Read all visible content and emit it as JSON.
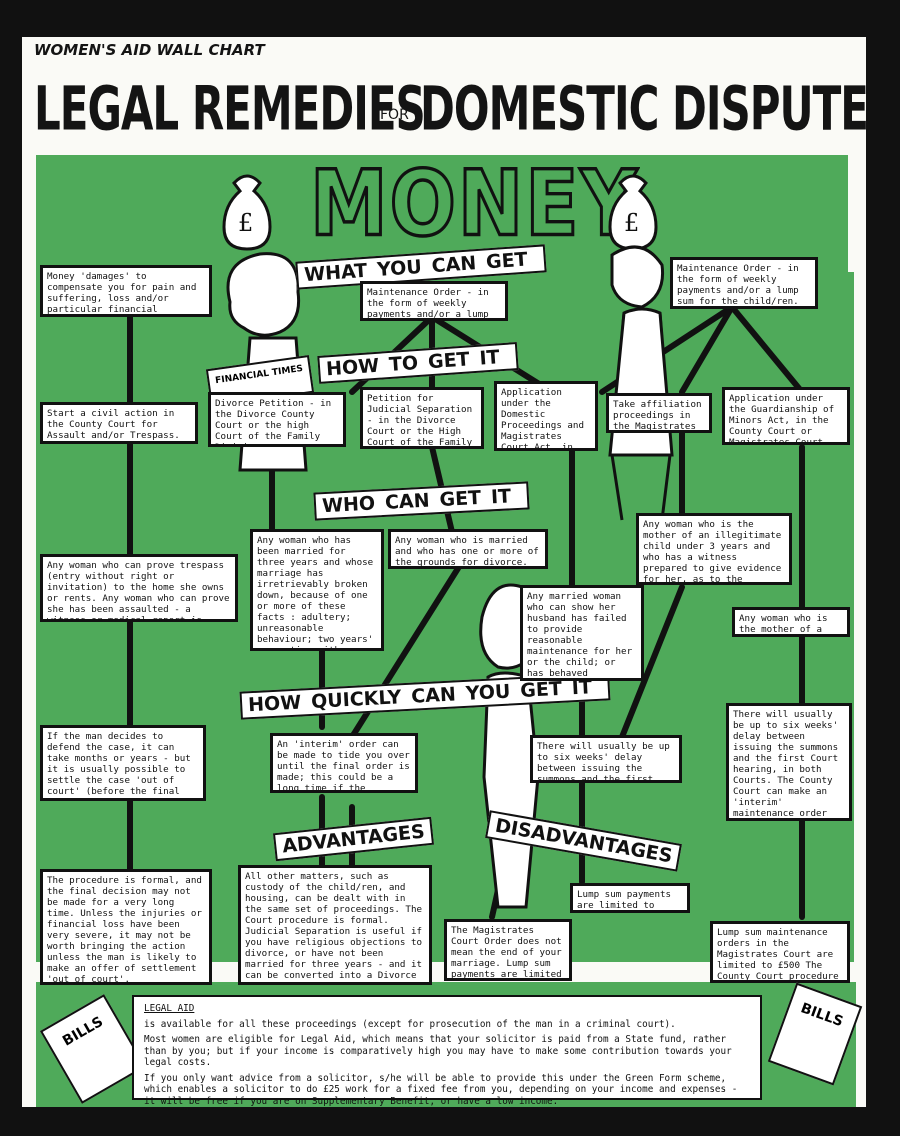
{
  "header": {
    "kicker": "WOMEN'S AID WALL CHART",
    "title_left": "LEGAL REMEDIES",
    "title_for": "FOR",
    "title_right": "DOMESTIC DISPUTES",
    "money": "MONEY"
  },
  "section_labels": {
    "what_you_can_get": [
      "WHAT",
      "YOU",
      "CAN",
      "GET"
    ],
    "how_to_get_it": [
      "HOW",
      "TO",
      "GET",
      "IT"
    ],
    "who_can_get_it": [
      "WHO",
      "CAN",
      "GET",
      "IT"
    ],
    "how_quickly": [
      "HOW",
      "QUICKLY",
      "CAN",
      "YOU",
      "GET",
      "IT"
    ],
    "advantages": "ADVANTAGES",
    "disadvantages": "DISADVANTAGES"
  },
  "illustration_text": {
    "newspaper": "FINANCIAL TIMES",
    "bills_left": "BILLS",
    "bills_right": "BILLS",
    "currency": "£"
  },
  "boxes": {
    "what_left": "Money 'damages' to compensate you for pain and suffering, loss and/or particular financial expenses.",
    "what_center": "Maintenance Order - in the form of weekly payments and/or a lump sum for you.",
    "what_right": "Maintenance Order - in the form of weekly payments and/or a lump sum for the child/ren.",
    "how_civil": "Start a civil action in the County Court for Assault and/or Trespass.",
    "how_divorce": "Divorce Petition - in the Divorce County Court or the high Court of the Family Division.",
    "how_judicial": "Petition for Judicial Separation - in the Divorce Court or the High Court of the Family Division.",
    "how_domestic": "Application under the Domestic Proceedings and Magistrates Court Act, in the Magistrates Court.",
    "how_affiliation": "Take affiliation proceedings in the Magistrates Court",
    "how_guardianship": "Application under the Guardianship of Minors Act, in the County Court or Magistrates Court.",
    "who_trespass": "Any woman who can prove trespass (entry without right or invitation) to the home she owns or rents.  Any woman who can prove she has been assaulted - a witness or medical report is useful.",
    "who_divorce": "Any woman who has been married for three years and whose marriage has irretrievably broken down, because of one or more of these facts : adultery; unreasonable behaviour; two years' separation with consent; desertion for two years; five years' separation.",
    "who_married": "Any woman who is married and who has one or more of the grounds for divorce.",
    "who_failed": "Any married woman who can show her husband has failed to provide reasonable maintenance for her or the child; or has behaved unreasonably; or has deserted her.",
    "who_illegitimate": "Any woman who is the mother of an illegitimate child under 3 years and who has a witness prepared to give evidence for her, as to the fatherhood of the child.",
    "who_mother": "Any woman who is the mother of a child.",
    "quick_defend": "If the man decides to defend the case, it can take months or years - but it is usually possible to settle the case 'out of court' (before the final hearing of the case).",
    "quick_interim": "An 'interim' order can be made to tide you over until the final order is made; this could be a long time if the Petition is defended by your husband.",
    "quick_six_weeks": "There will usually be up to six weeks' delay between issuing the summons and the first Court hearing.",
    "quick_right": "There will usually be up to six weeks' delay between issuing the summons and the first Court hearing, in both Courts.  The County Court can make an 'interim' maintenance order before the final hearing.",
    "disadv_formal": "The procedure is formal, and the final decision may not be made for a very long time. Unless the injuries or financial loss have been very severe, it may not be worth bringing the action unless the man is likely to make an offer of settlement 'out of court'.",
    "adv_custody": "All other matters, such as custody of the child/ren, and housing, can be dealt with in the same set of proceedings.  The Court procedure is formal.\nJudicial Separation is useful if you have religious objections to divorce, or have not been married for three years - and it can be converted into a Divorce later.",
    "disadv_mag": "The Magistrates Court Order does not mean the end of your marriage. Lump sum payments are limited to £500.",
    "disadv_lump": "Lump sum payments are limited to £500.",
    "disadv_right": "Lump sum maintenance orders in the Magistrates Court are limited to £500 The County Court procedure is more formal."
  },
  "legal_aid": {
    "heading": "LEGAL AID",
    "p1": "is available for all these proceedings (except for prosecution of the man in a criminal court).",
    "p2": "Most women are eligible for Legal Aid, which means that your solicitor is paid from a State fund, rather than by you; but if your income is comparatively high you may have to make some contribution towards your legal costs.",
    "p3": "If you only want advice from a solicitor, s/he will be able to provide this under the Green Form scheme, which enables a solicitor to do £25 work for a fixed fee from you, depending on your income and expenses - it will be free if you are on Supplementary Benefit, or have a low income."
  },
  "colors": {
    "green": "#4faa5a",
    "ink": "#111111",
    "paper": "#fafaf6"
  }
}
